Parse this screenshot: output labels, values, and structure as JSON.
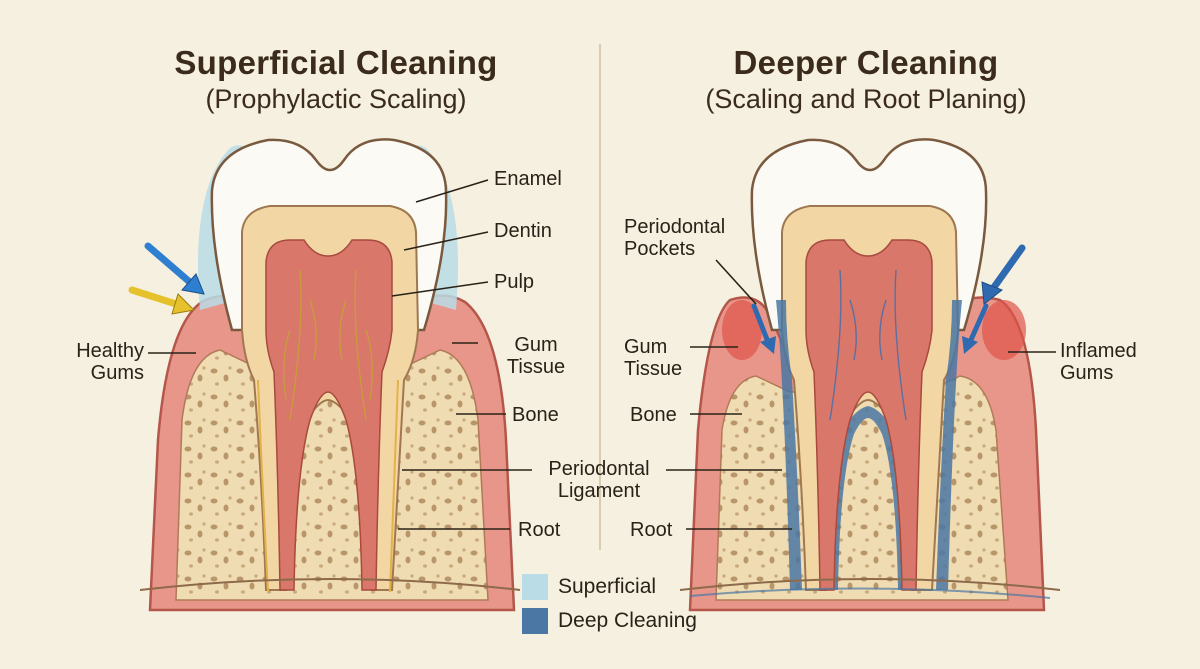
{
  "left_panel": {
    "title": "Superficial Cleaning",
    "subtitle": "(Prophylactic Scaling)",
    "labels": {
      "enamel": "Enamel",
      "dentin": "Dentin",
      "pulp": "Pulp",
      "healthy_gums_1": "Healthy",
      "healthy_gums_2": "Gums",
      "gum_tissue_1": "Gum",
      "gum_tissue_2": "Tissue",
      "bone": "Bone",
      "root": "Root"
    }
  },
  "center": {
    "periodontal_ligament_1": "Periodontal",
    "periodontal_ligament_2": "Ligament"
  },
  "right_panel": {
    "title": "Deeper Cleaning",
    "subtitle": "(Scaling and Root Planing)",
    "labels": {
      "periodontal_pockets_1": "Periodontal",
      "periodontal_pockets_2": "Pockets",
      "gum_tissue_1": "Gum",
      "gum_tissue_2": "Tissue",
      "bone": "Bone",
      "root": "Root",
      "inflamed_gums_1": "Inflamed",
      "inflamed_gums_2": "Gums"
    }
  },
  "legend": {
    "items": [
      {
        "label": "Superficial",
        "color": "#b9dce6"
      },
      {
        "label": "Deep Cleaning",
        "color": "#4a77a3"
      }
    ]
  },
  "colors": {
    "background": "#f6f0e0",
    "gum": "#e8968a",
    "bone": "#f0dcb2",
    "enamel": "#fbfaf5",
    "dentin": "#f2d7a5",
    "pulp": "#d9776a",
    "superficial_zone": "#b9dce6",
    "deep_zone": "#4a77a3",
    "arrow_blue": "#2f7fd1",
    "arrow_yellow": "#e5c12c"
  }
}
